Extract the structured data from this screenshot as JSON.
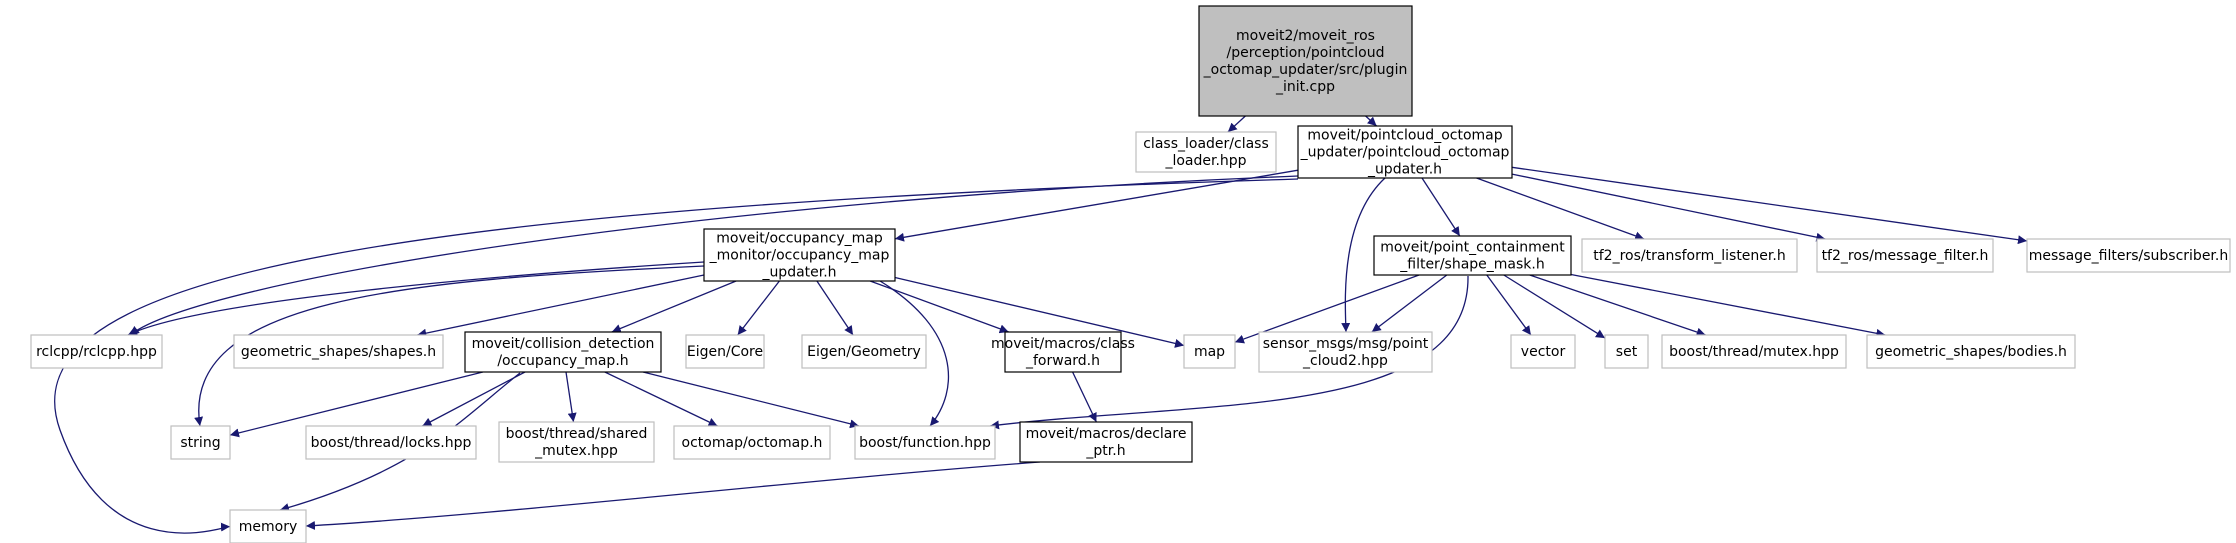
{
  "colors": {
    "root_fill": "#bfbfbf",
    "edge": "#191970",
    "border_dark": "#000000",
    "border_light": "#bfbfbf",
    "text": "#000000"
  },
  "nodes": [
    {
      "id": "root",
      "lines": [
        "moveit2/moveit_ros",
        "/perception/pointcloud",
        "_octomap_updater/src/plugin",
        "_init.cpp"
      ],
      "style": "root"
    },
    {
      "id": "class_loader",
      "lines": [
        "class_loader/class",
        "_loader.hpp"
      ],
      "style": "external"
    },
    {
      "id": "pc_updater",
      "lines": [
        "moveit/pointcloud_octomap",
        "_updater/pointcloud_octomap",
        "_updater.h"
      ],
      "style": "internal"
    },
    {
      "id": "occ_updater",
      "lines": [
        "moveit/occupancy_map",
        "_monitor/occupancy_map",
        "_updater.h"
      ],
      "style": "internal"
    },
    {
      "id": "shape_mask",
      "lines": [
        "moveit/point_containment",
        "_filter/shape_mask.h"
      ],
      "style": "internal"
    },
    {
      "id": "tf2_listener",
      "lines": [
        "tf2_ros/transform_listener.h"
      ],
      "style": "external"
    },
    {
      "id": "tf2_filter",
      "lines": [
        "tf2_ros/message_filter.h"
      ],
      "style": "external"
    },
    {
      "id": "msg_sub",
      "lines": [
        "message_filters/subscriber.h"
      ],
      "style": "external"
    },
    {
      "id": "rclcpp",
      "lines": [
        "rclcpp/rclcpp.hpp"
      ],
      "style": "external"
    },
    {
      "id": "geom_shapes",
      "lines": [
        "geometric_shapes/shapes.h"
      ],
      "style": "external"
    },
    {
      "id": "occ_map",
      "lines": [
        "moveit/collision_detection",
        "/occupancy_map.h"
      ],
      "style": "internal"
    },
    {
      "id": "eigen_core",
      "lines": [
        "Eigen/Core"
      ],
      "style": "external"
    },
    {
      "id": "eigen_geom",
      "lines": [
        "Eigen/Geometry"
      ],
      "style": "external"
    },
    {
      "id": "class_fwd",
      "lines": [
        "moveit/macros/class",
        "_forward.h"
      ],
      "style": "internal"
    },
    {
      "id": "map",
      "lines": [
        "map"
      ],
      "style": "external"
    },
    {
      "id": "pc2",
      "lines": [
        "sensor_msgs/msg/point",
        "_cloud2.hpp"
      ],
      "style": "external"
    },
    {
      "id": "vector",
      "lines": [
        "vector"
      ],
      "style": "external"
    },
    {
      "id": "set",
      "lines": [
        "set"
      ],
      "style": "external"
    },
    {
      "id": "mutex",
      "lines": [
        "boost/thread/mutex.hpp"
      ],
      "style": "external"
    },
    {
      "id": "bodies",
      "lines": [
        "geometric_shapes/bodies.h"
      ],
      "style": "external"
    },
    {
      "id": "string",
      "lines": [
        "string"
      ],
      "style": "external"
    },
    {
      "id": "locks",
      "lines": [
        "boost/thread/locks.hpp"
      ],
      "style": "external"
    },
    {
      "id": "shared_mutex",
      "lines": [
        "boost/thread/shared",
        "_mutex.hpp"
      ],
      "style": "external"
    },
    {
      "id": "octomap",
      "lines": [
        "octomap/octomap.h"
      ],
      "style": "external"
    },
    {
      "id": "function",
      "lines": [
        "boost/function.hpp"
      ],
      "style": "external"
    },
    {
      "id": "declare_ptr",
      "lines": [
        "moveit/macros/declare",
        "_ptr.h"
      ],
      "style": "internal"
    },
    {
      "id": "memory",
      "lines": [
        "memory"
      ],
      "style": "external"
    }
  ],
  "edges": [
    {
      "from": "root",
      "to": "class_loader"
    },
    {
      "from": "root",
      "to": "pc_updater"
    },
    {
      "from": "pc_updater",
      "to": "memory"
    },
    {
      "from": "pc_updater",
      "to": "rclcpp"
    },
    {
      "from": "pc_updater",
      "to": "occ_updater"
    },
    {
      "from": "pc_updater",
      "to": "pc2"
    },
    {
      "from": "pc_updater",
      "to": "shape_mask"
    },
    {
      "from": "pc_updater",
      "to": "tf2_listener"
    },
    {
      "from": "pc_updater",
      "to": "tf2_filter"
    },
    {
      "from": "pc_updater",
      "to": "msg_sub"
    },
    {
      "from": "occ_updater",
      "to": "rclcpp"
    },
    {
      "from": "occ_updater",
      "to": "geom_shapes"
    },
    {
      "from": "occ_updater",
      "to": "string"
    },
    {
      "from": "occ_updater",
      "to": "occ_map"
    },
    {
      "from": "occ_updater",
      "to": "eigen_core"
    },
    {
      "from": "occ_updater",
      "to": "eigen_geom"
    },
    {
      "from": "occ_updater",
      "to": "class_fwd"
    },
    {
      "from": "occ_updater",
      "to": "map"
    },
    {
      "from": "occ_updater",
      "to": "function"
    },
    {
      "from": "shape_mask",
      "to": "map"
    },
    {
      "from": "shape_mask",
      "to": "pc2"
    },
    {
      "from": "shape_mask",
      "to": "vector"
    },
    {
      "from": "shape_mask",
      "to": "set"
    },
    {
      "from": "shape_mask",
      "to": "mutex"
    },
    {
      "from": "shape_mask",
      "to": "bodies"
    },
    {
      "from": "shape_mask",
      "to": "function"
    },
    {
      "from": "occ_map",
      "to": "string"
    },
    {
      "from": "occ_map",
      "to": "locks"
    },
    {
      "from": "occ_map",
      "to": "shared_mutex"
    },
    {
      "from": "occ_map",
      "to": "octomap"
    },
    {
      "from": "occ_map",
      "to": "function"
    },
    {
      "from": "occ_map",
      "to": "memory"
    },
    {
      "from": "class_fwd",
      "to": "declare_ptr"
    },
    {
      "from": "declare_ptr",
      "to": "memory"
    }
  ]
}
